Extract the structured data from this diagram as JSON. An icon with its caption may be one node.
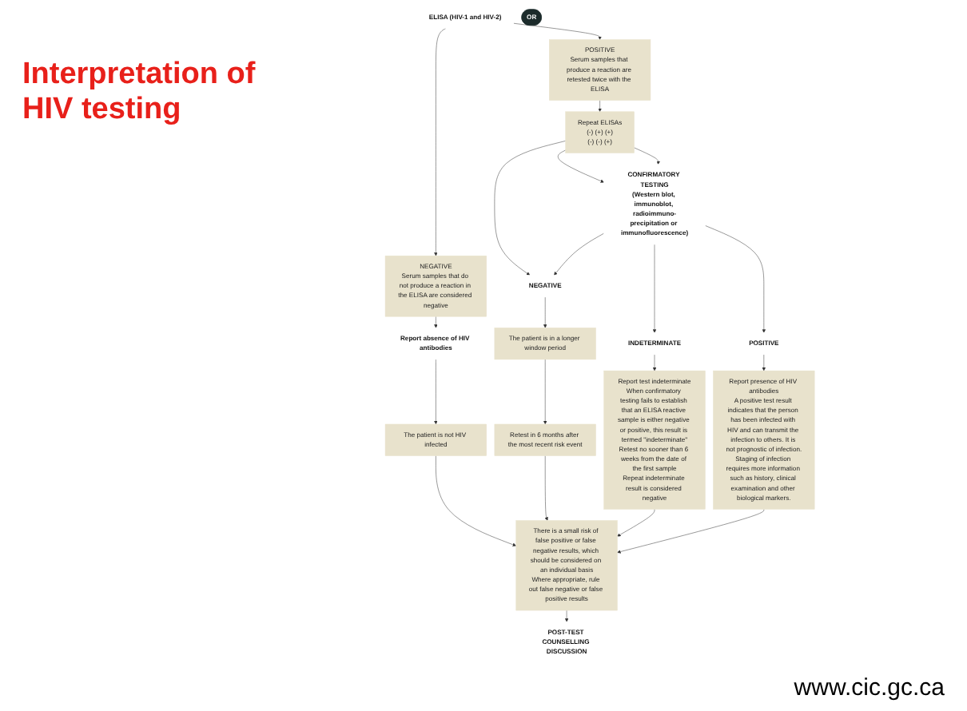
{
  "diagram": {
    "title": "Interpretation of HIV testing",
    "nodes": [
      {
        "text": [
          "ELISA (HIV-1 and HIV-2)"
        ]
      },
      {
        "text": [
          "NEGATIVE",
          "Serum samples that do not produce a reaction in the ELISA are considered negative"
        ]
      },
      {
        "text": [
          "POSITIVE",
          "Serum samples that produce a reaction are retested twice with the ELISA"
        ]
      },
      {
        "text": [
          "Report absence of HIV antibodies"
        ]
      },
      {
        "text": [
          "Repeat ELISAs",
          "(-) (+) (+)",
          "(-) (-) (+)"
        ]
      },
      {
        "text": [
          "CONFIRMATORY TESTING",
          "(Western blot, immunoblot, radioimmuno-precipitation or immunofluorescence)"
        ]
      },
      {
        "text": [
          "NEGATIVE"
        ]
      },
      {
        "text": [
          "INDETERMINATE"
        ]
      },
      {
        "text": [
          "POSITIVE"
        ]
      },
      {
        "text": [
          "The patient is not HIV infected"
        ]
      },
      {
        "text": [
          "OR"
        ]
      },
      {
        "text": [
          "The patient is in a longer window period"
        ]
      },
      {
        "text": [
          "Retest in 6 months after the most recent risk event"
        ]
      },
      {
        "text": [
          "Report test indeterminate",
          "When confirmatory testing fails to establish that an ELISA reactive sample is either negative or positive, this result is termed \"indeterminate\"",
          "Retest no sooner than 6 weeks from the date of the first sample",
          "Repeat indeterminate result is considered negative"
        ]
      },
      {
        "text": [
          "Report presence of HIV antibodies",
          "A positive test result indicates that the person has been infected with HIV and can transmit the infection to others. It is not prognostic of infection.",
          "Staging of infection requires more information such as history, clinical examination and other biological markers."
        ]
      },
      {
        "text": [
          "There is a small risk of false positive or false negative results, which should be considered on an individual basis",
          "Where appropriate, rule out false negative or false positive results"
        ]
      },
      {
        "text": [
          "POST-TEST COUNSELLING DISCUSSION"
        ]
      }
    ],
    "edges": [
      {
        "from": 0,
        "to": 1,
        "arrow": "to"
      },
      {
        "from": 0,
        "to": 2,
        "arrow": "to"
      },
      {
        "from": 1,
        "to": 3,
        "arrow": "to"
      },
      {
        "from": 2,
        "to": 4,
        "arrow": "to"
      },
      {
        "from": 4,
        "to": 5,
        "arrow": "to"
      },
      {
        "from": 4,
        "to": 5,
        "arrow": "to"
      },
      {
        "from": 4,
        "to": 6,
        "arrow": "to"
      },
      {
        "from": 5,
        "to": 6,
        "arrow": "to"
      },
      {
        "from": 5,
        "to": 7,
        "arrow": "to"
      },
      {
        "from": 5,
        "to": 8,
        "arrow": "to"
      },
      {
        "from": 3,
        "to": 9,
        "arrow": "to"
      },
      {
        "from": 6,
        "to": 11,
        "arrow": "to"
      },
      {
        "from": 11,
        "to": 12,
        "arrow": "to"
      },
      {
        "from": 7,
        "to": 13,
        "arrow": "to"
      },
      {
        "from": 8,
        "to": 14,
        "arrow": "to"
      },
      {
        "from": 9,
        "to": 15,
        "arrow": "to"
      },
      {
        "from": 12,
        "to": 15,
        "arrow": "to"
      },
      {
        "from": 13,
        "to": 15,
        "arrow": "to"
      },
      {
        "from": 14,
        "to": 15,
        "arrow": "to"
      },
      {
        "from": 15,
        "to": 16,
        "arrow": "to"
      }
    ],
    "labels": [
      "www.cic.gc.ca"
    ]
  }
}
